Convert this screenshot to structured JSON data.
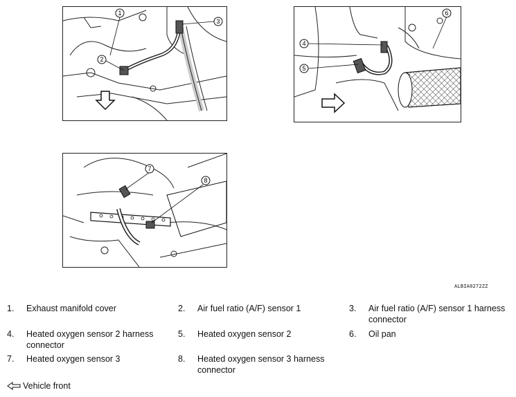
{
  "figure_code": "ALBIA0272ZZ",
  "callouts": [
    "1",
    "2",
    "3",
    "4",
    "5",
    "6",
    "7",
    "8"
  ],
  "legend": [
    {
      "num": "1.",
      "label": "Exhaust manifold cover"
    },
    {
      "num": "2.",
      "label": "Air fuel ratio (A/F) sensor 1"
    },
    {
      "num": "3.",
      "label": "Air fuel ratio (A/F) sensor 1 harness connector"
    },
    {
      "num": "4.",
      "label": "Heated oxygen sensor 2 harness connector"
    },
    {
      "num": "5.",
      "label": "Heated oxygen sensor 2"
    },
    {
      "num": "6.",
      "label": "Oil pan"
    },
    {
      "num": "7.",
      "label": "Heated oxygen sensor 3"
    },
    {
      "num": "8.",
      "label": "Heated oxygen sensor 3 harness connector"
    }
  ],
  "vehicle_front": "Vehicle front",
  "icons": {
    "arrow": "vehicle-front-arrow-icon"
  }
}
